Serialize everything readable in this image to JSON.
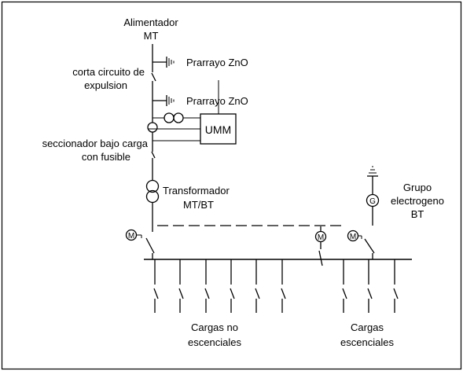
{
  "labels": {
    "feeder_l1": "Alimentador",
    "feeder_l2": "MT",
    "arrester_1": "Prarrayo ZnO",
    "arrester_2": "Prarrayo ZnO",
    "fuse_l1": "corta circuito de",
    "fuse_l2": "expulsion",
    "umm": "UMM",
    "switch_l1": "seccionador bajo carga",
    "switch_l2": "con fusible",
    "transformer_l1": "Transformador",
    "transformer_l2": "MT/BT",
    "genset_l1": "Grupo",
    "genset_l2": "electrogeno",
    "genset_l3": "BT",
    "loads_ne_l1": "Cargas no",
    "loads_ne_l2": "escenciales",
    "loads_e_l1": "Cargas",
    "loads_e_l2": "escenciales"
  },
  "symbols": {
    "motor": "M",
    "generator": "G"
  }
}
